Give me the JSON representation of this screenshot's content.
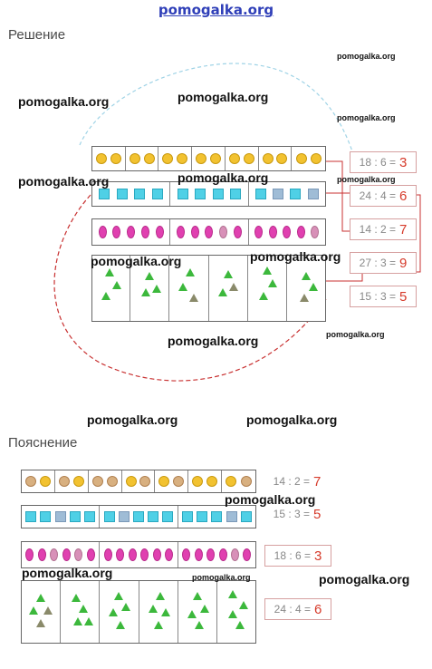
{
  "site": "pomogalka.org",
  "headings": {
    "solution": "Решение",
    "explanation": "Пояснение"
  },
  "watermark": "pomogalka.org",
  "solution": {
    "equations": [
      {
        "expr": "18 : 6 =",
        "result": "3"
      },
      {
        "expr": "24 : 4 =",
        "result": "6"
      },
      {
        "expr": "14 : 2 =",
        "result": "7"
      },
      {
        "expr": "27 : 3 =",
        "result": "9"
      },
      {
        "expr": "15 : 3 =",
        "result": "5"
      }
    ]
  },
  "explanation": {
    "equations": [
      {
        "expr": "14 : 2 =",
        "result": "7"
      },
      {
        "expr": "15 : 3 =",
        "result": "5"
      },
      {
        "expr": "18 : 6 =",
        "result": "3"
      },
      {
        "expr": "24 : 4 =",
        "result": "6"
      }
    ]
  },
  "colors": {
    "accent_red": "#d63a2a",
    "link_blue": "#2f3fb8",
    "dashed_blue": "#9fd3e6",
    "dashed_red": "#c83030"
  },
  "icons": [
    "coin-icon",
    "square-icon",
    "drop-icon",
    "triangle-icon"
  ]
}
